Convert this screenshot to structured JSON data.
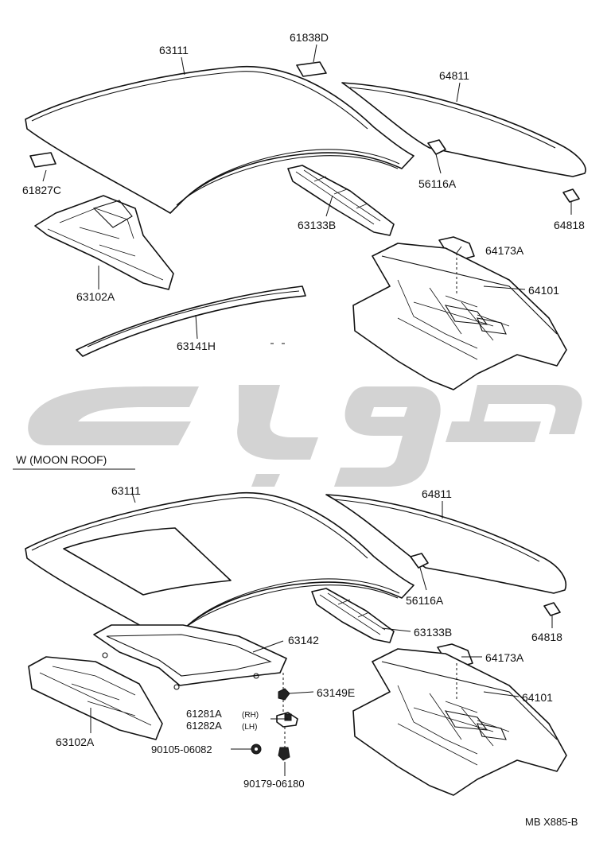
{
  "section_label": "W (MOON   ROOF)",
  "diagram_code": "MB  X885-B",
  "labels": {
    "top_63111": "63111",
    "top_61838D": "61838D",
    "top_64811": "64811",
    "top_61827C": "61827C",
    "top_56116A": "56116A",
    "top_63133B": "63133B",
    "top_64818": "64818",
    "top_64173A": "64173A",
    "top_63102A": "63102A",
    "top_64101": "64101",
    "top_63141H": "63141H",
    "bot_63111": "63111",
    "bot_64811": "64811",
    "bot_56116A": "56116A",
    "bot_63133B": "63133B",
    "bot_64818": "64818",
    "bot_63142": "63142",
    "bot_64173A": "64173A",
    "bot_63149E": "63149E",
    "bot_64101": "64101",
    "bot_61281A": "61281A",
    "bot_61281A_side": "(RH)",
    "bot_61282A": "61282A",
    "bot_61282A_side": "(LH)",
    "bot_63102A": "63102A",
    "bot_90105": "90105-06082",
    "bot_90179": "90179-06180"
  }
}
